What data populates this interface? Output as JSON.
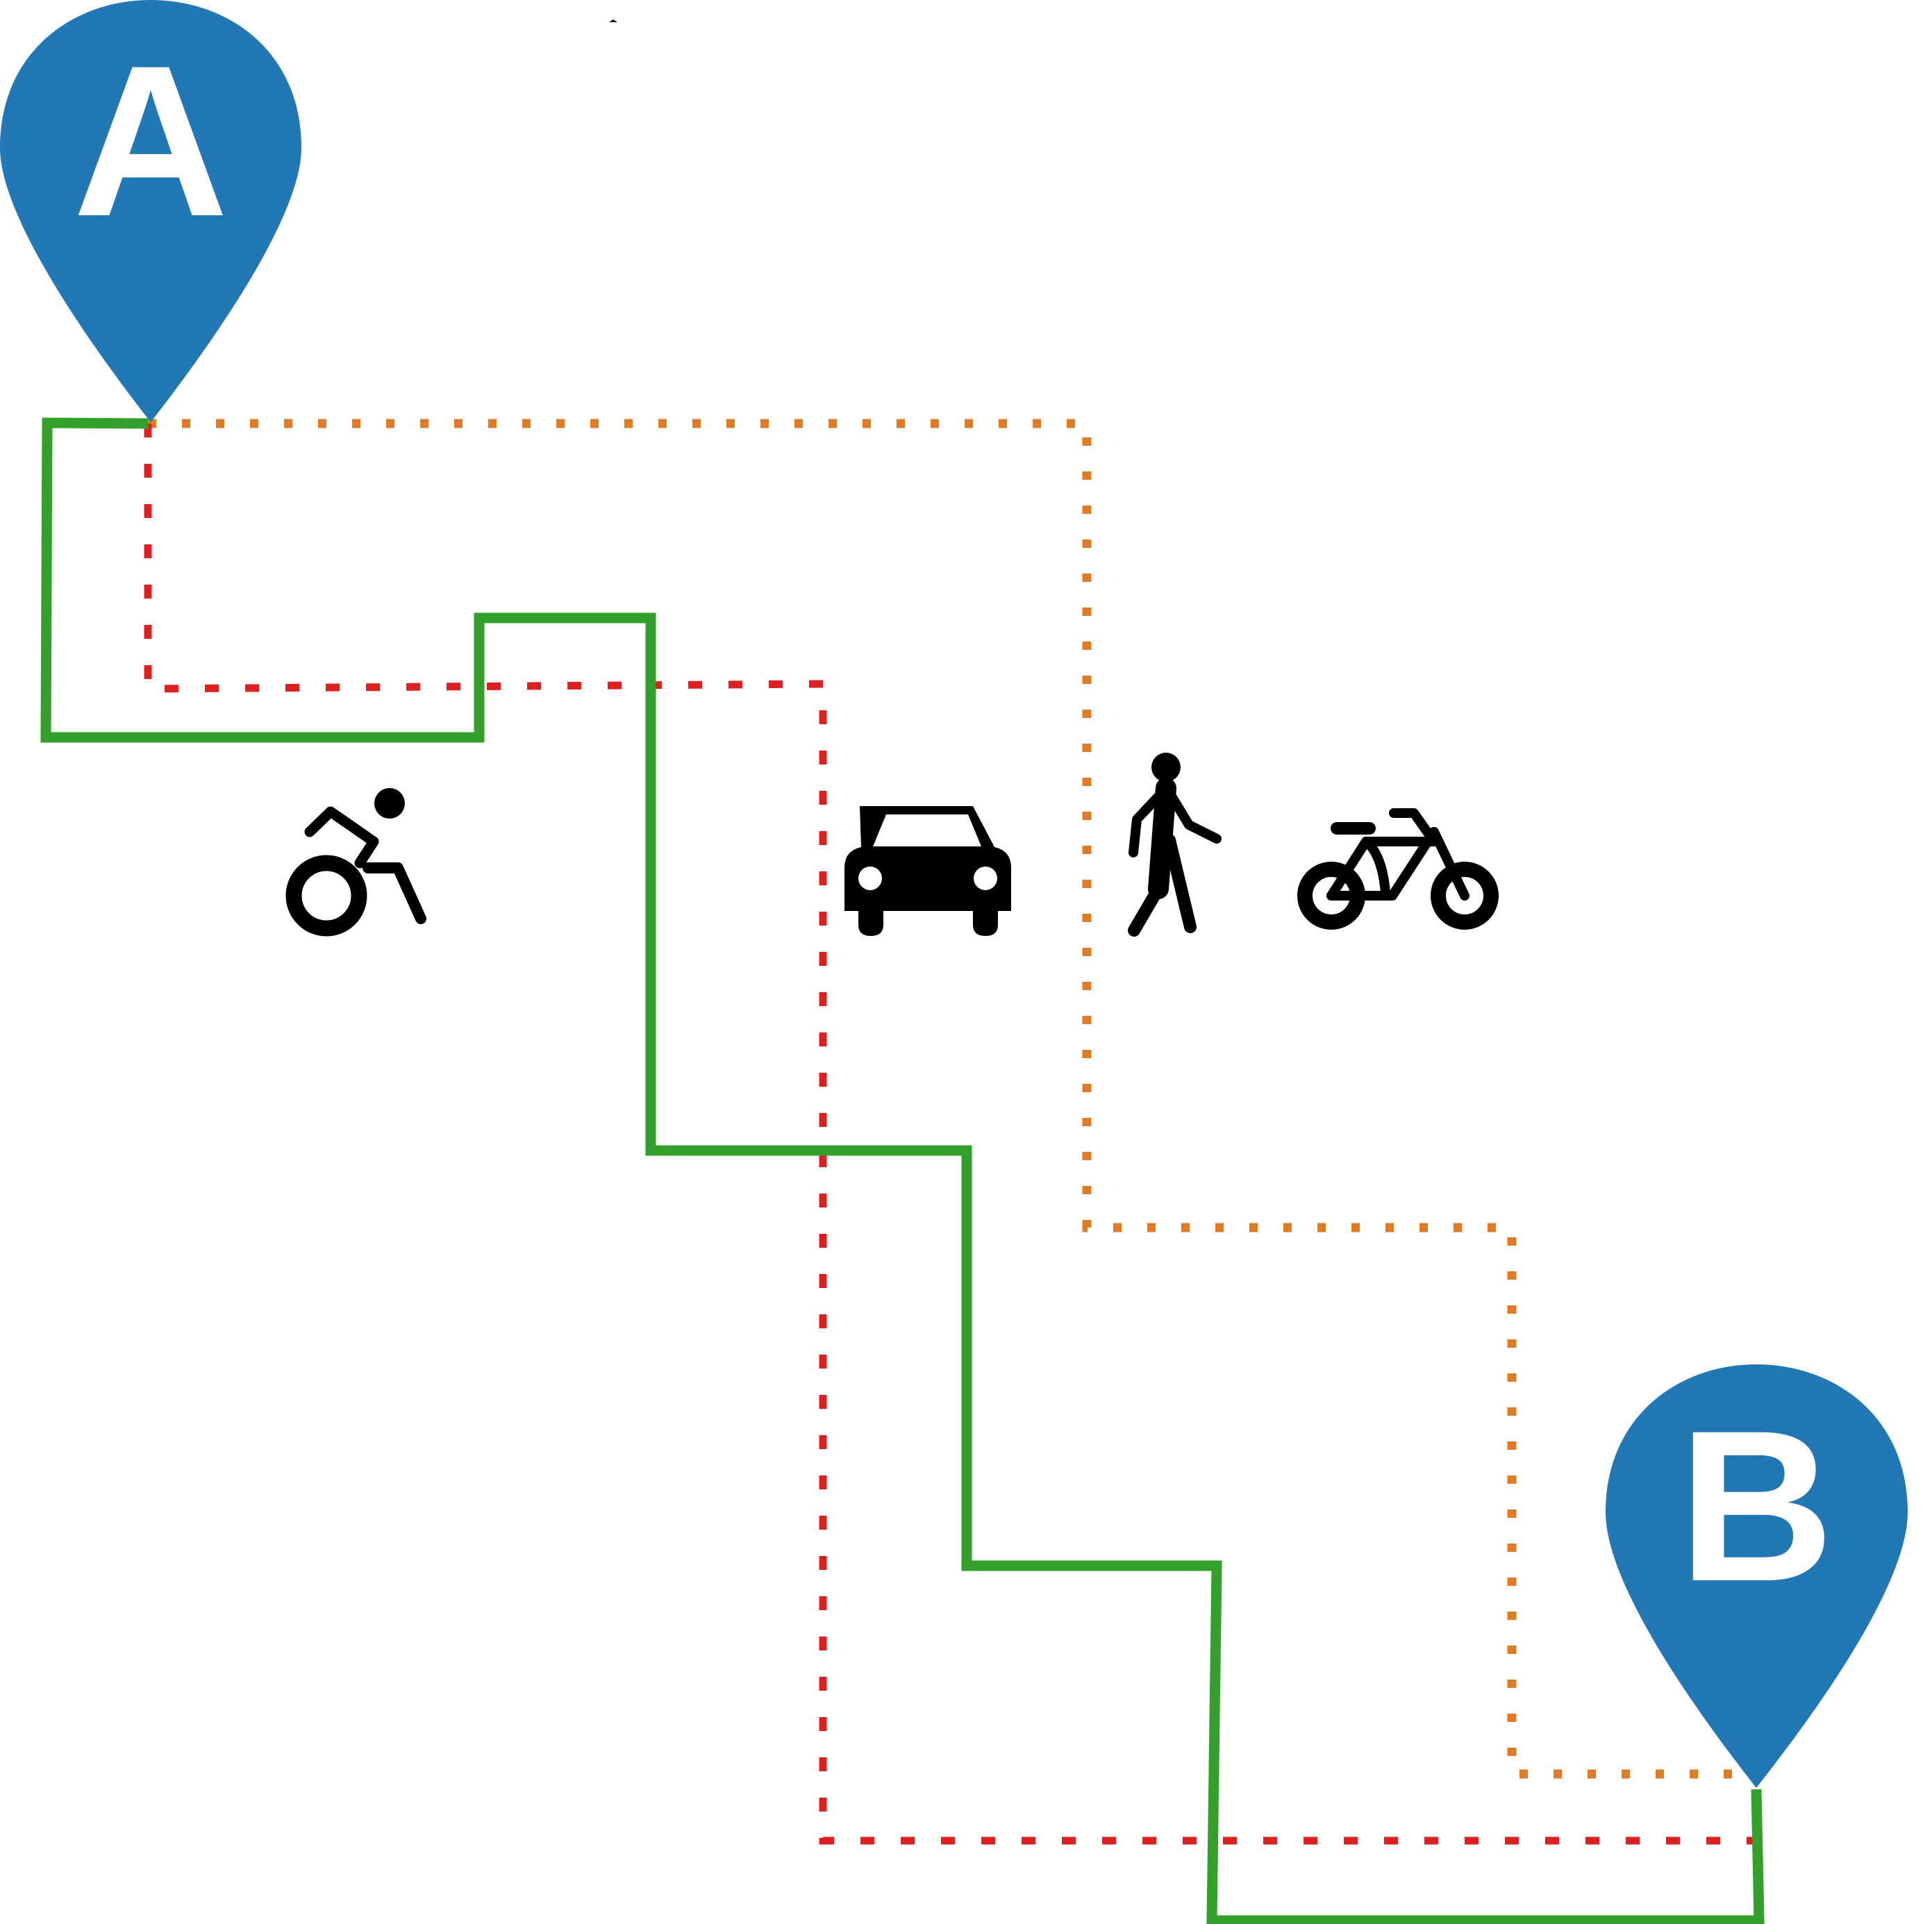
{
  "colors": {
    "background": "#ffffff",
    "pin": "#2178b4",
    "pin_text": "#ffffff",
    "route_solid": "#33a02c",
    "route_dashed": "#de2020",
    "route_dotted": "#e07b24",
    "icons": "#000000"
  },
  "markers": {
    "start": {
      "label": "A"
    },
    "end": {
      "label": "B"
    }
  },
  "routes": [
    {
      "style": "solid",
      "color_key": "route_solid"
    },
    {
      "style": "dashed",
      "color_key": "route_dashed"
    },
    {
      "style": "dotted",
      "color_key": "route_dotted"
    }
  ],
  "icons": [
    "wheelchair-icon",
    "car-icon",
    "pedestrian-icon",
    "bicycle-icon"
  ]
}
